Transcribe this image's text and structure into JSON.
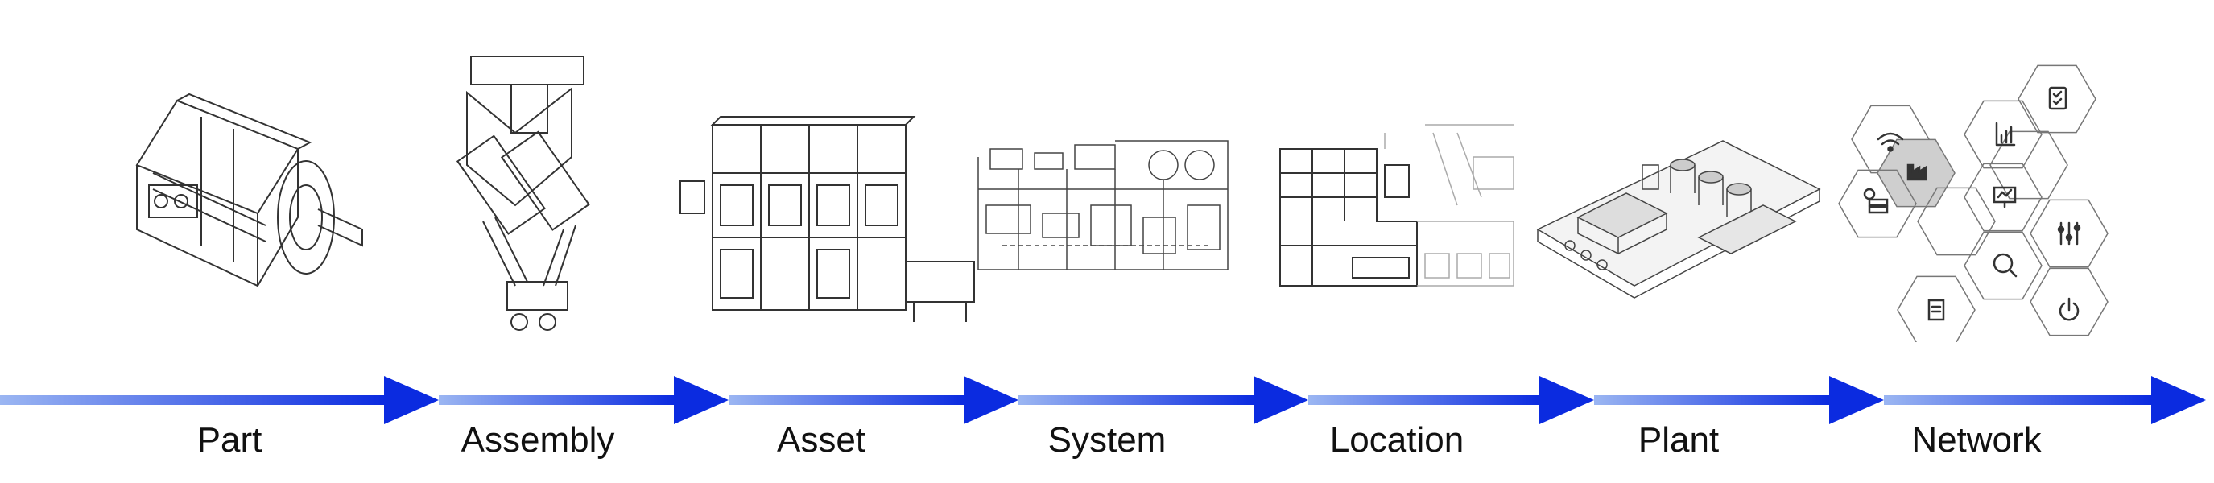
{
  "stages": [
    {
      "label": "Part",
      "illustration": "servo-motor"
    },
    {
      "label": "Assembly",
      "illustration": "delta-robot-assembly"
    },
    {
      "label": "Asset",
      "illustration": "production-machine"
    },
    {
      "label": "System",
      "illustration": "schematic-diagram"
    },
    {
      "label": "Location",
      "illustration": "floor-plan"
    },
    {
      "label": "Plant",
      "illustration": "industrial-plant"
    },
    {
      "label": "Network",
      "illustration": "network-hexagon-icons"
    }
  ],
  "network_icons": [
    "wifi-icon",
    "factory-icon",
    "bar-chart-icon",
    "clipboard-check-icon",
    "server-gear-icon",
    "monitor-chart-icon",
    "sliders-icon",
    "search-gear-icon",
    "document-chart-icon",
    "power-icon"
  ],
  "colors": {
    "arrow_dark": "#0b2be0",
    "arrow_light": "#9bb6f2",
    "line_art": "#333333",
    "hex_highlight": "#cfcfcf"
  }
}
